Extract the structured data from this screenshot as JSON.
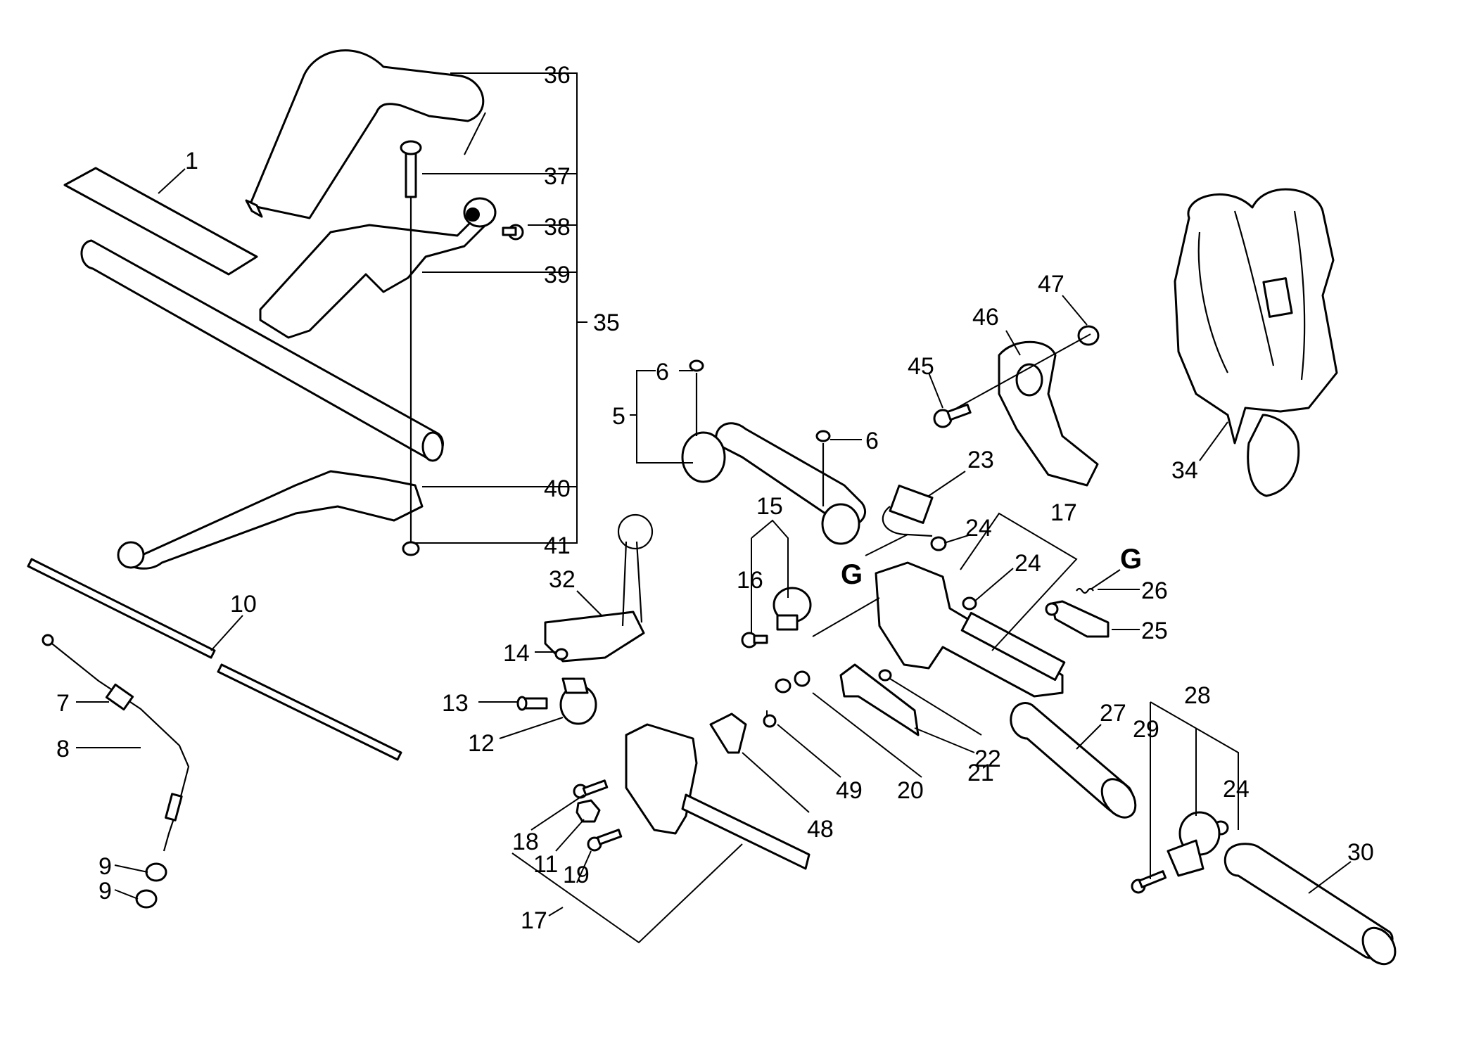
{
  "labels": {
    "n1": "1",
    "n5": "5",
    "n6a": "6",
    "n6b": "6",
    "n7": "7",
    "n8": "8",
    "n9a": "9",
    "n9b": "9",
    "n10": "10",
    "n11": "11",
    "n12": "12",
    "n13": "13",
    "n14": "14",
    "n15": "15",
    "n16": "16",
    "n17a": "17",
    "n17b": "17",
    "n18": "18",
    "n19": "19",
    "n20": "20",
    "n21": "21",
    "n22": "22",
    "n23": "23",
    "n24a": "24",
    "n24b": "24",
    "n24c": "24",
    "n25": "25",
    "n26": "26",
    "n27": "27",
    "n28": "28",
    "n29": "29",
    "n30": "30",
    "n32": "32",
    "n34": "34",
    "n35": "35",
    "n36": "36",
    "n37": "37",
    "n38": "38",
    "n39": "39",
    "n40": "40",
    "n41": "41",
    "n45": "45",
    "n46": "46",
    "n47": "47",
    "n48": "48",
    "n49": "49",
    "g1": "G",
    "g2": "G"
  }
}
